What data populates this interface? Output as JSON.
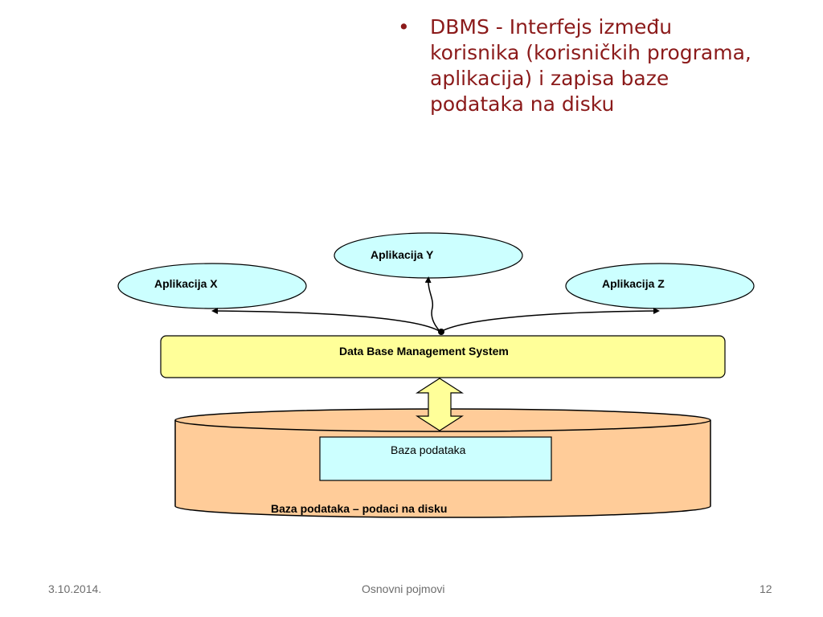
{
  "slide": {
    "bullet_marker": "•",
    "bullet_text": "DBMS - Interfejs između korisnika (korisničkih programa, aplikacija) i zapisa baze podataka na disku"
  },
  "diagram": {
    "app_y": "Aplikacija Y",
    "app_x": "Aplikacija X",
    "app_z": "Aplikacija Z",
    "dbms": "Data Base Management System",
    "db_box": "Baza podataka",
    "disk_caption": "Baza podataka – podaci na disku"
  },
  "footer": {
    "date": "3.10.2014.",
    "title": "Osnovni pojmovi",
    "page": "12"
  },
  "colors": {
    "bullet_text": "#8b1a1a",
    "ellipse_fill": "#ccffff",
    "dbms_fill": "#ffff99",
    "disk_fill": "#ffcc99",
    "db_box_fill": "#ccffff"
  }
}
